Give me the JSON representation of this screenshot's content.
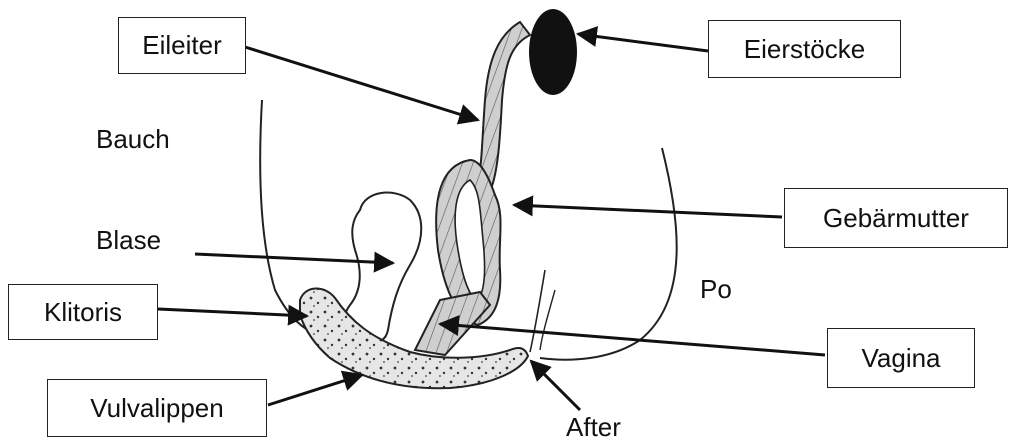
{
  "labels": {
    "eileiter": "Eileiter",
    "eierstoecke": "Eierstöcke",
    "bauch": "Bauch",
    "blase": "Blase",
    "gebaermutter": "Gebärmutter",
    "po": "Po",
    "klitoris": "Klitoris",
    "vagina": "Vagina",
    "vulvalippen": "Vulvalippen",
    "after": "After"
  }
}
